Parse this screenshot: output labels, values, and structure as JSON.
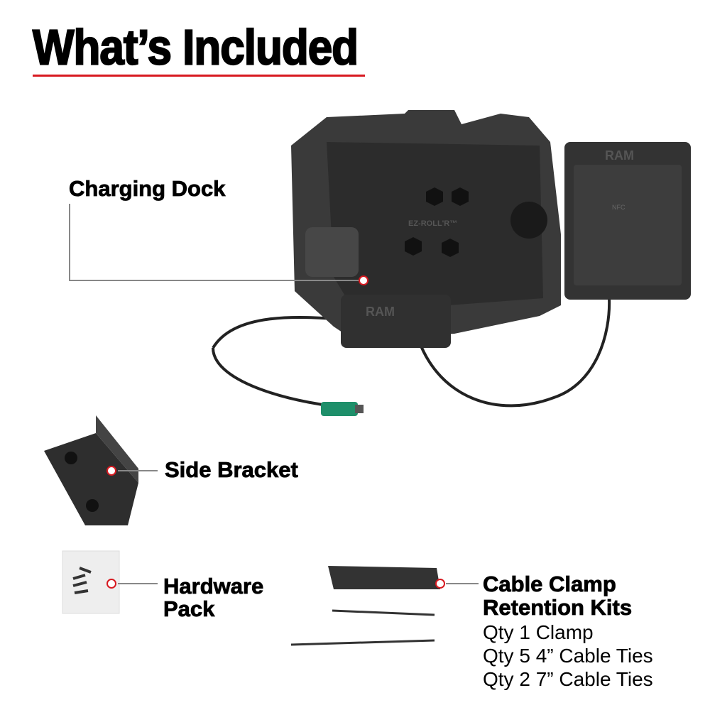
{
  "title": "What’s Included",
  "accent_color": "#d71920",
  "items": {
    "charging_dock": {
      "label": "Charging Dock"
    },
    "side_bracket": {
      "label": "Side Bracket"
    },
    "hardware_pack": {
      "label_line1": "Hardware",
      "label_line2": "Pack"
    },
    "cable_clamp": {
      "label_line1": "Cable Clamp",
      "label_line2": "Retention Kits",
      "contents": [
        "Qty 1  Clamp",
        "Qty 5  4” Cable Ties",
        "Qty 2  7” Cable Ties"
      ]
    }
  },
  "product_markings": {
    "brand": "RAM",
    "dock_text": "EZ-ROLL'R™",
    "nfc": "NFC"
  }
}
